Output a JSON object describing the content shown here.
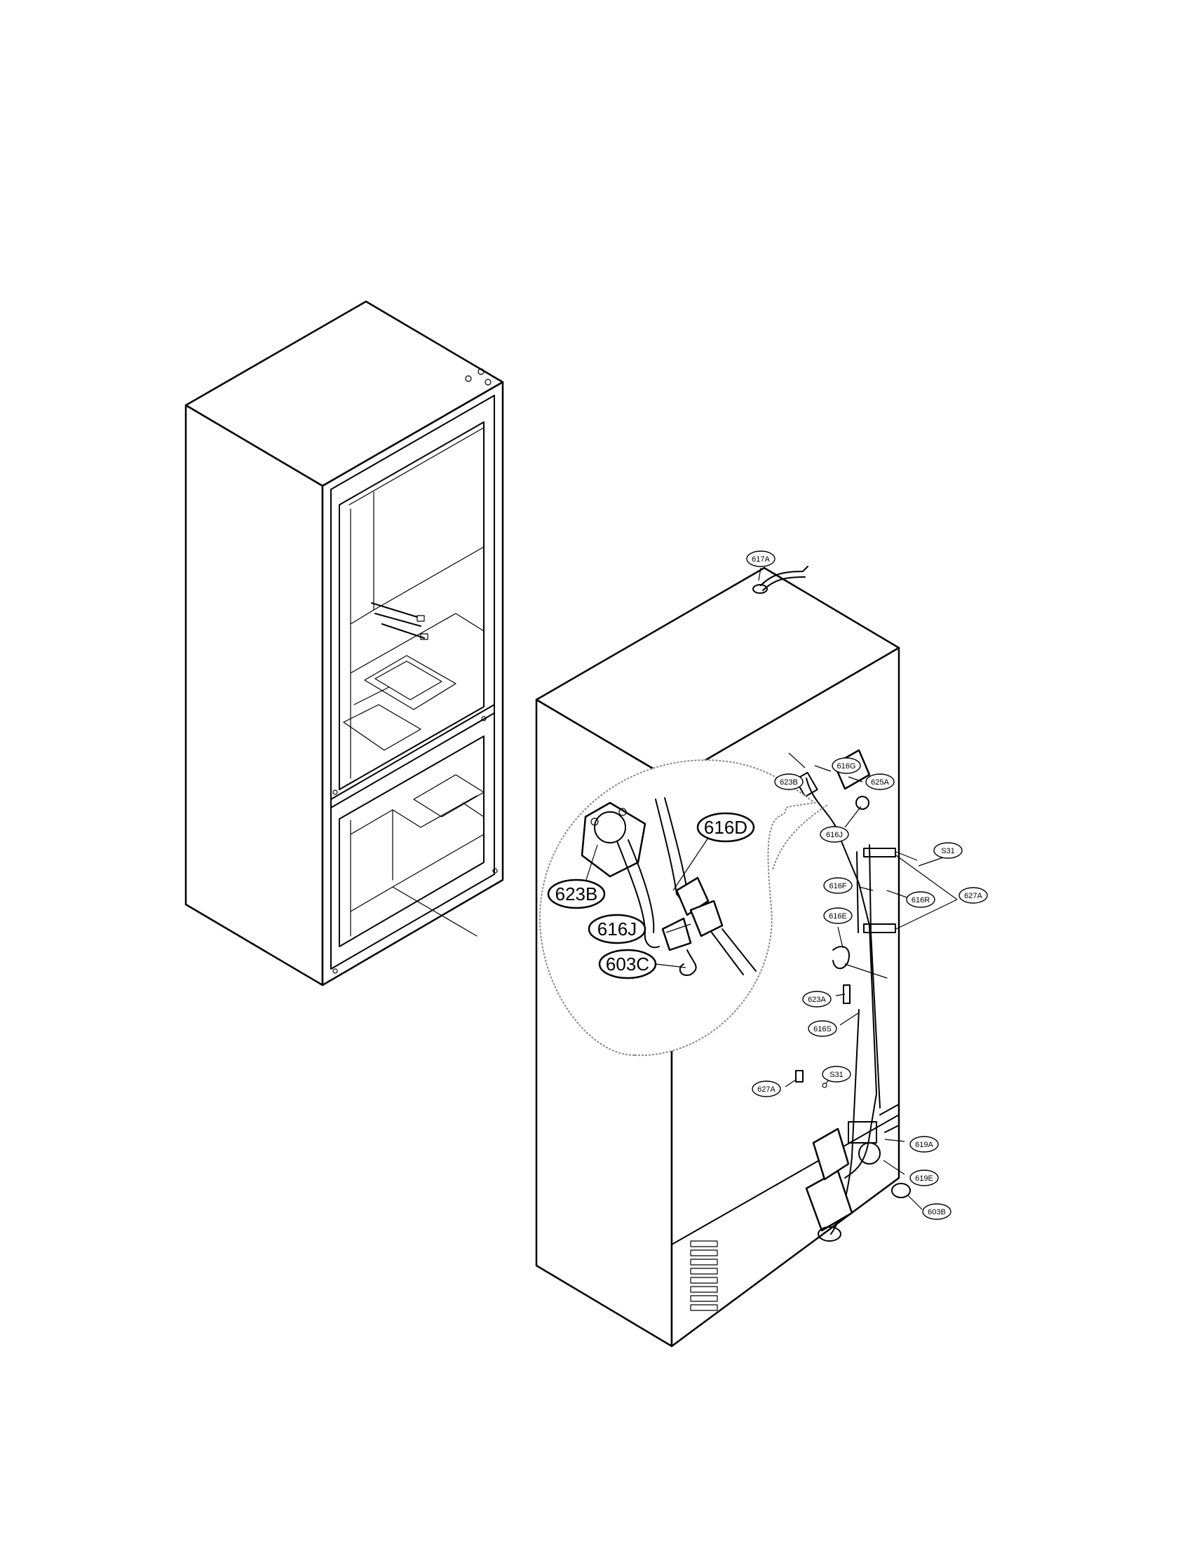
{
  "callouts_detail": [
    {
      "id": "616D"
    },
    {
      "id": "623B"
    },
    {
      "id": "616J"
    },
    {
      "id": "603C"
    }
  ],
  "callouts_main": [
    {
      "id": "617A"
    },
    {
      "id": "616G"
    },
    {
      "id": "623B"
    },
    {
      "id": "625A"
    },
    {
      "id": "616J"
    },
    {
      "id": "S31"
    },
    {
      "id": "616F"
    },
    {
      "id": "616R"
    },
    {
      "id": "627A"
    },
    {
      "id": "616E"
    },
    {
      "id": "623A"
    },
    {
      "id": "616S"
    },
    {
      "id": "627A"
    },
    {
      "id": "S31"
    },
    {
      "id": "619A"
    },
    {
      "id": "619E"
    },
    {
      "id": "603B"
    }
  ]
}
